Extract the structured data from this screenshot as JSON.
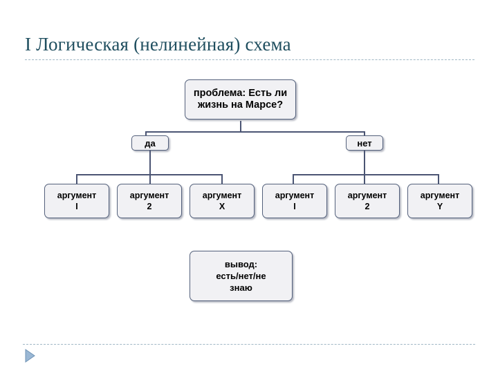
{
  "slide": {
    "title": "I Логическая (нелинейная) схема",
    "background_color": "#ffffff",
    "title_color": "#1f4e5f",
    "rule_color": "#9fb6c4"
  },
  "diagram": {
    "type": "tree",
    "node_fill": "#f1f1f4",
    "node_border": "#53607b",
    "connector_color": "#4a5473",
    "root": {
      "label": "проблема: Есть ли жизнь на Марсе?"
    },
    "branches": [
      {
        "label": "да"
      },
      {
        "label": "нет"
      }
    ],
    "arguments": [
      {
        "label": "аргумент I",
        "line1": "аргумент",
        "line2": "I",
        "branch": "да"
      },
      {
        "label": "аргумент 2",
        "line1": "аргумент",
        "line2": "2",
        "branch": "да"
      },
      {
        "label": "аргумент X",
        "line1": "аргумент",
        "line2": "X",
        "branch": "да"
      },
      {
        "label": "аргумент I",
        "line1": "аргумент",
        "line2": "I",
        "branch": "нет"
      },
      {
        "label": "аргумент 2",
        "line1": "аргумент",
        "line2": "2",
        "branch": "нет"
      },
      {
        "label": "аргумент Y",
        "line1": "аргумент",
        "line2": "Y",
        "branch": "нет"
      }
    ],
    "conclusion": {
      "label": "вывод: есть/нет/не знаю",
      "line1": "вывод:",
      "line2": "есть/нет/не",
      "line3": "знаю"
    }
  },
  "footer": {
    "next_icon": "play-triangle-icon",
    "next_icon_color": "#8faecd"
  }
}
